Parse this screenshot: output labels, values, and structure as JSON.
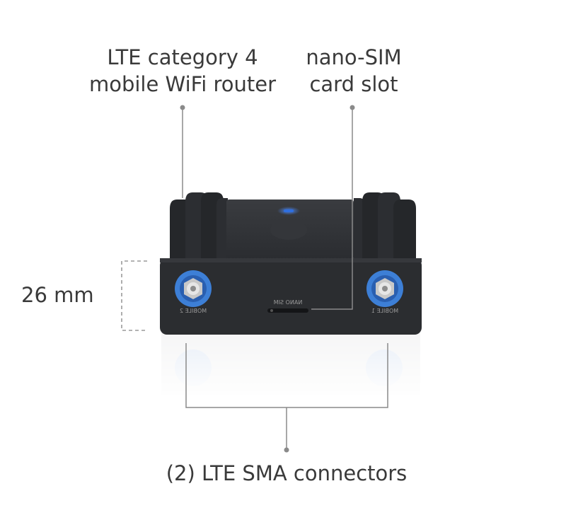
{
  "labels": {
    "router_line1": "LTE category 4",
    "router_line2": "mobile WiFi router",
    "sim_line1": "nano-SIM",
    "sim_line2": "card slot",
    "height": "26 mm",
    "connectors": "(2) LTE SMA connectors"
  },
  "device": {
    "port_left_text": "MOBILE 2",
    "port_right_text": "MOBILE 1",
    "slot_text": "NANO SIM"
  },
  "colors": {
    "body": "#2b2d30",
    "heatsink": "#1f2124",
    "led": "#2f6fe0",
    "port_ring": "#3d7fd6",
    "leader": "#8a8a8a",
    "text": "#3a3a3a"
  }
}
